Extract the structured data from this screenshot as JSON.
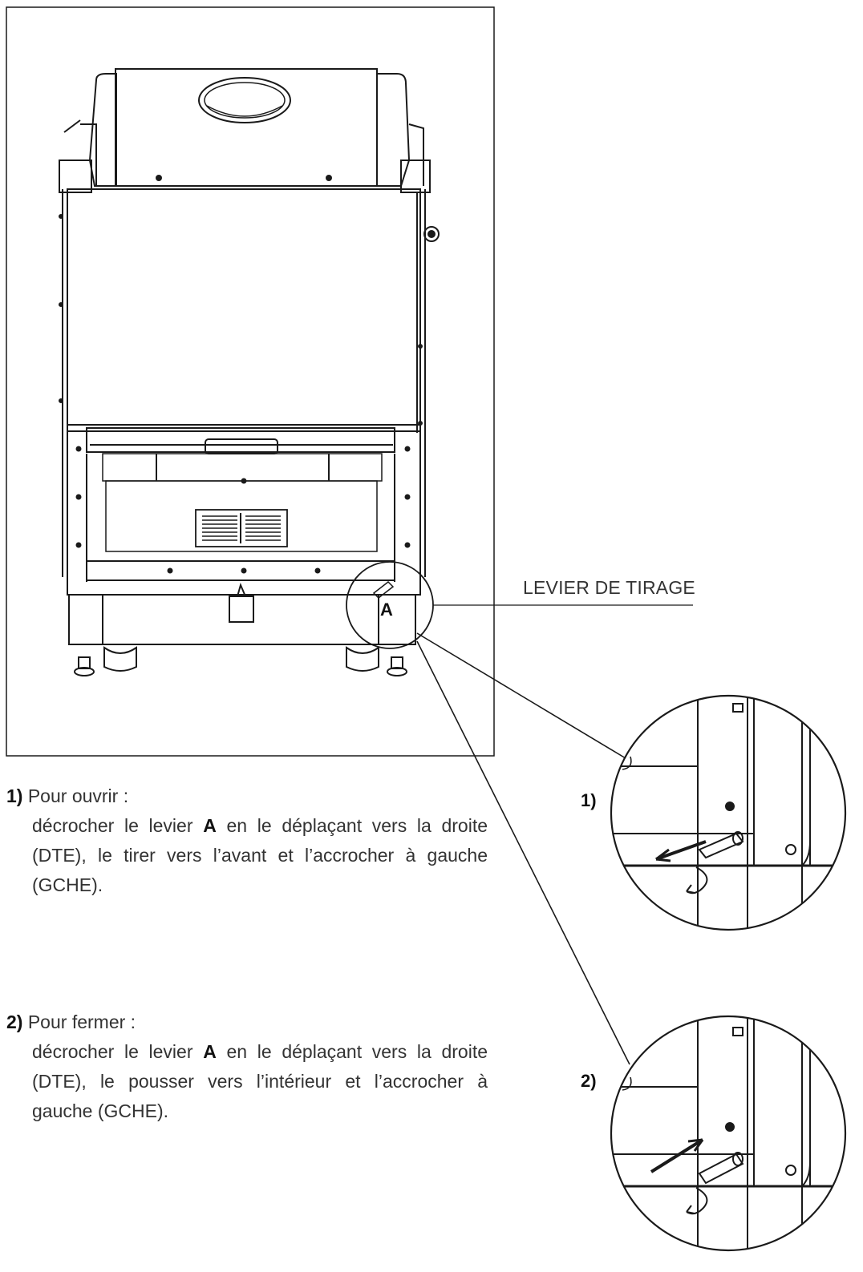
{
  "callout": {
    "label": "LEVIER DE TIRAGE",
    "part_letter": "A"
  },
  "steps": [
    {
      "number": "1)",
      "title": "Pour ouvrir :",
      "line_before": "décrocher le levier ",
      "lever": "A",
      "line_after": " en le déplaçant vers la droite (DTE), le tirer vers l’avant et l’accrocher à gauche (GCHE).",
      "detail_tag": "1)"
    },
    {
      "number": "2)",
      "title": "Pour fermer :",
      "line_before": "décrocher le levier ",
      "lever": "A",
      "line_after": " en le déplaçant vers la droite (DTE), le pousser vers l’intérieur et l’accrocher à gauche (GCHE).",
      "detail_tag": "2)"
    }
  ]
}
